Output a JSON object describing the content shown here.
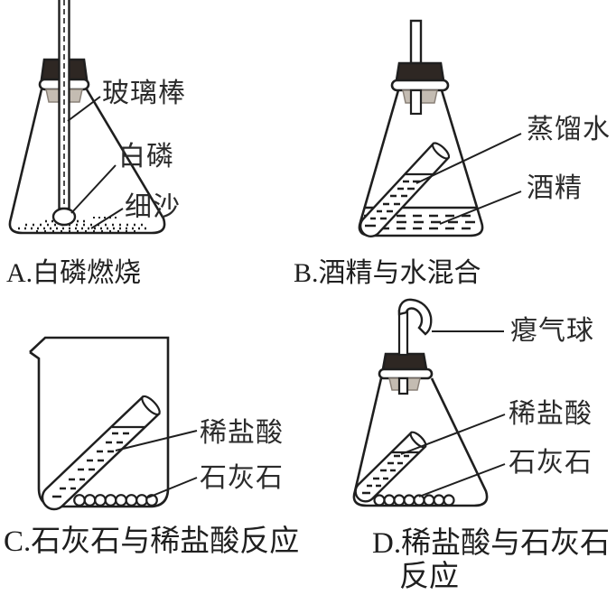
{
  "colors": {
    "ink": "#1f1f1f",
    "stopper_dark": "#2e2723",
    "stopper_shade": "#c4bcb2",
    "paper": "#ffffff"
  },
  "panel_a": {
    "caption": "A.白磷燃烧",
    "labels": {
      "glass_rod": "玻璃棒",
      "white_phosphorus": "白磷",
      "fine_sand": "细沙"
    }
  },
  "panel_b": {
    "caption": "B.酒精与水混合",
    "labels": {
      "distilled_water": "蒸馏水",
      "alcohol": "酒精"
    }
  },
  "panel_c": {
    "caption": "C.石灰石与稀盐酸反应",
    "labels": {
      "dilute_hydrochloric_acid": "稀盐酸",
      "limestone": "石灰石"
    }
  },
  "panel_d": {
    "caption_line_1": "D.稀盐酸与石灰石",
    "caption_line_2": "反应",
    "labels": {
      "deflated_balloon": "瘪气球",
      "dilute_hydrochloric_acid": "稀盐酸",
      "limestone": "石灰石"
    }
  }
}
